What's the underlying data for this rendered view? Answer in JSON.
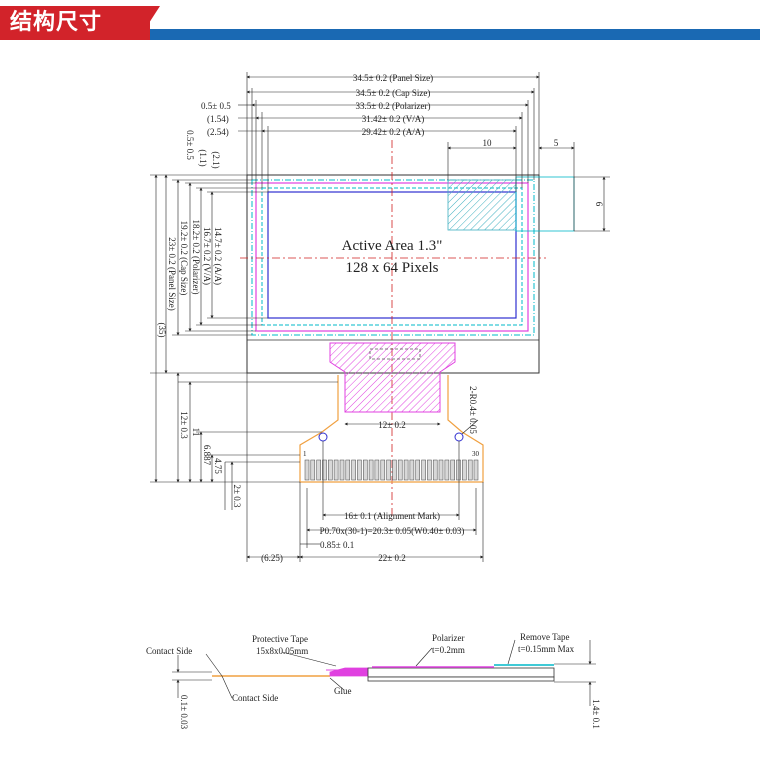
{
  "header": {
    "title": "结构尺寸"
  },
  "colors": {
    "header_red": "#d2232a",
    "header_blue": "#1a69b3",
    "polarizer": "#e040e0",
    "active_area": "#3030d0",
    "cap": "#00b8c8",
    "fpc": "#f0a040",
    "centerline": "#d02020"
  },
  "main": {
    "center_text": {
      "line1": "Active Area 1.3\"",
      "line2": "128 x 64 Pixels"
    },
    "top_dims": {
      "panel": "34.5± 0.2 (Panel Size)",
      "cap": "34.5± 0.2 (Cap Size)",
      "polarizer": "33.5± 0.2 (Polarizer)",
      "va": "31.42± 0.2 (V/A)",
      "aa": "29.42± 0.2 (A/A)",
      "offset_a": "0.5± 0.5",
      "offset_b": "(1.54)",
      "offset_c": "(2.54)",
      "ten": "10",
      "five": "5"
    },
    "left_dims": {
      "h05": "0.5± 0.5",
      "h11": "(1.1)",
      "h21": "(2.1)",
      "aa": "14.7± 0.2 (A/A)",
      "va": "16.7± 0.2 (V/A)",
      "pol": "18.2± 0.2 (Polarizer)",
      "cap": "19.2± 0.2 (Cap Size)",
      "panel": "23± 0.2 (Panel Size)",
      "total": "(35)",
      "h12": "12± 0.3",
      "h11b": "11",
      "h6887": "6.887",
      "h475": "4.75",
      "h2": "2± 0.3"
    },
    "right_dims": {
      "six": "6",
      "radius": "2-R0.4± 0.05"
    },
    "bottom_dims": {
      "tail": "12± 0.2",
      "align": "16± 0.1 (Alignment Mark)",
      "pitch": "P0.70x(30-1)=20.3± 0.05(W0.40± 0.03)",
      "pin": "0.85± 0.1",
      "left_off": "(6.25)",
      "width": "22± 0.2",
      "pin1": "1",
      "pin30": "30"
    }
  },
  "side_view": {
    "contact_side_top": "Contact Side",
    "contact_side_bottom": "Contact Side",
    "protective_tape": "Protective Tape",
    "protective_tape_size": "15x8x0.05mm",
    "glue": "Glue",
    "polarizer": "Polarizer",
    "polarizer_t": "t=0.2mm",
    "remove_tape": "Remove Tape",
    "remove_tape_t": "t=0.15mm Max",
    "thickness": "1.4± 0.1",
    "fpc_thickness": "0.1± 0.03"
  }
}
